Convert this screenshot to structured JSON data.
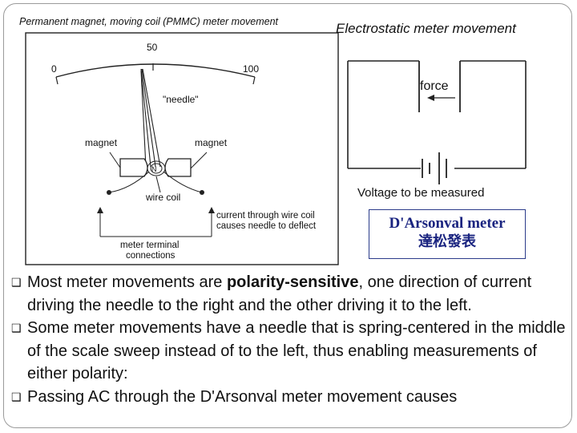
{
  "figure": {
    "pmmc_title": "Permanent magnet, moving coil (PMMC) meter movement",
    "scale_left": "0",
    "scale_mid": "50",
    "scale_right": "100",
    "needle_label": "\"needle\"",
    "magnet_left_label": "magnet",
    "magnet_right_label": "magnet",
    "coil_symbol": "N",
    "wire_coil_label": "wire coil",
    "current_note_line1": "current through wire coil",
    "current_note_line2": "causes needle to deflect",
    "terminal_line1": "meter terminal",
    "terminal_line2": "connections",
    "electro_title": "Electrostatic meter movement",
    "force_label": "force",
    "voltage_label": "Voltage to be measured"
  },
  "caption": {
    "english": "D'Arsonval meter",
    "chinese": "達松發表"
  },
  "bullets": [
    {
      "before": "Most meter movements are ",
      "bold": "polarity-sensitive",
      "after": ", one direction of current driving the needle to the right and the other driving it to the left."
    },
    {
      "before": "Some meter movements have a needle that is spring-centered in the middle of the scale sweep instead of to the left, thus enabling measurements of either polarity:",
      "bold": "",
      "after": ""
    },
    {
      "before": "Passing AC through the D'Arsonval meter movement causes",
      "bold": "",
      "after": ""
    }
  ]
}
